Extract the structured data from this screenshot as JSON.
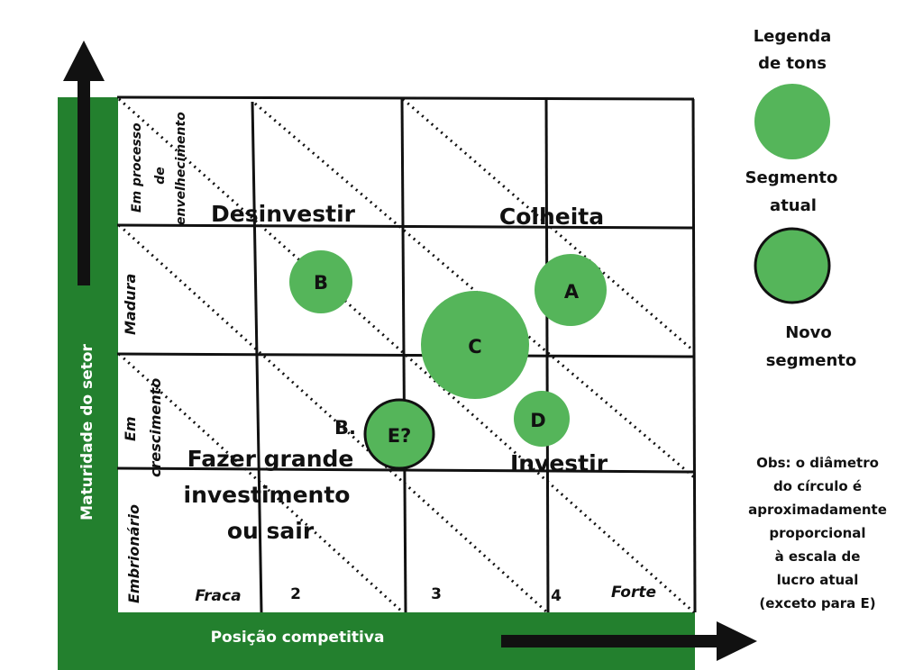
{
  "y_axis": {
    "title": "Maturidade do setor",
    "levels": [
      "Em processo",
      "de",
      "envelhecimento",
      "Madura",
      "Em",
      "crescimento",
      "Embrionário"
    ]
  },
  "x_axis": {
    "title": "Posição competitiva",
    "ticks": [
      "Fraca",
      "2",
      "3",
      "4",
      "Forte"
    ]
  },
  "zones": {
    "divest": "Desinvestir",
    "harvest": "Colheita",
    "invest": "Investir",
    "big_1": "Fazer grande",
    "big_2": "investimento",
    "big_3": "ou sair"
  },
  "segments": [
    {
      "label": "A",
      "type": "current"
    },
    {
      "label": "B",
      "type": "current"
    },
    {
      "label": "C",
      "type": "current"
    },
    {
      "label": "D",
      "type": "current"
    },
    {
      "label": "E?",
      "type": "new"
    }
  ],
  "b_arrow_label": "B.",
  "legend": {
    "title_1": "Legenda",
    "title_2": "de tons",
    "current_1": "Segmento",
    "current_2": "atual",
    "new_1": "Novo",
    "new_2": "segmento"
  },
  "note": [
    "Obs: o diâmetro",
    "do círculo é",
    "aproximadamente",
    "proporcional",
    "à escala de",
    "lucro atual",
    "(exceto para E)"
  ],
  "colors": {
    "dark_green": "#23802e",
    "segment_green": "#55b55a"
  }
}
